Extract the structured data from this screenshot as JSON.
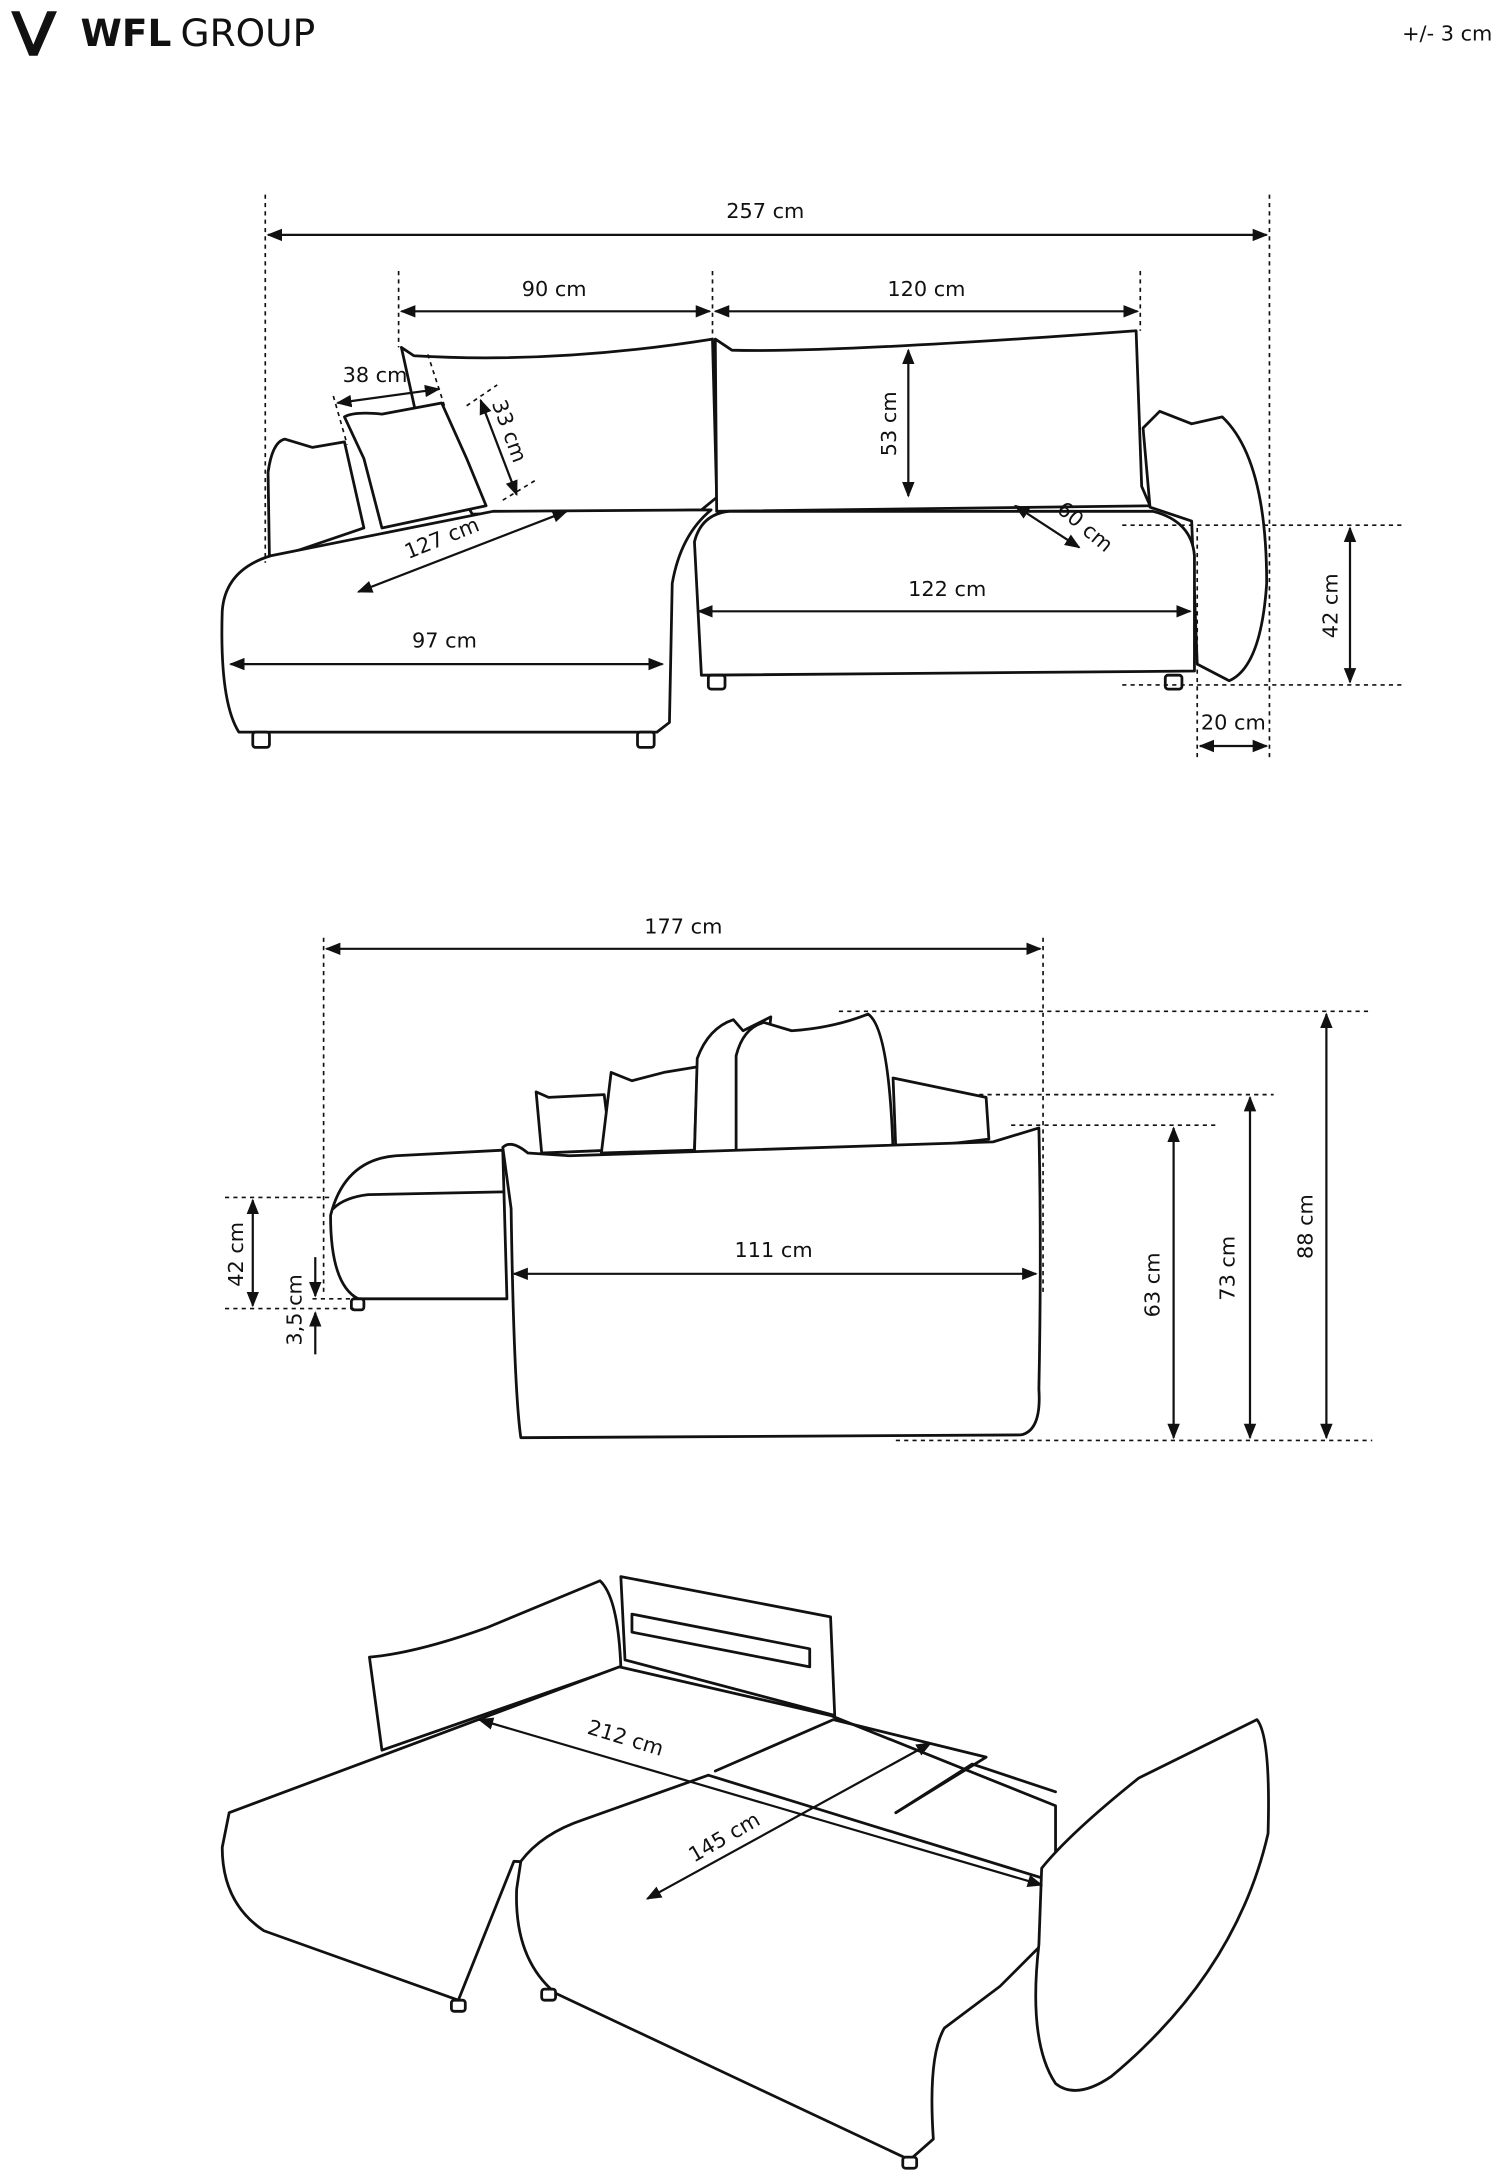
{
  "header": {
    "brand_bold": "WFL",
    "brand_light": "GROUP",
    "tolerance": "+/- 3 cm"
  },
  "top_view": {
    "total_width": "257 cm",
    "back_left_width": "90 cm",
    "back_right_width": "120 cm",
    "pillow_width": "38 cm",
    "pillow_height": "33 cm",
    "back_cushion_height": "53 cm",
    "chaise_length": "127 cm",
    "chaise_width": "97 cm",
    "seat_depth": "60 cm",
    "seat_width": "122 cm",
    "seat_height": "42 cm",
    "armrest_width": "20 cm"
  },
  "side_view": {
    "total_depth": "177 cm",
    "seat_depth": "111 cm",
    "chaise_height": "42 cm",
    "leg_height": "3,5 cm",
    "back_height": "63 cm",
    "armrest_height": "73 cm",
    "pillow_top_height": "88 cm"
  },
  "bed_view": {
    "bed_length": "212 cm",
    "bed_width": "145 cm"
  }
}
